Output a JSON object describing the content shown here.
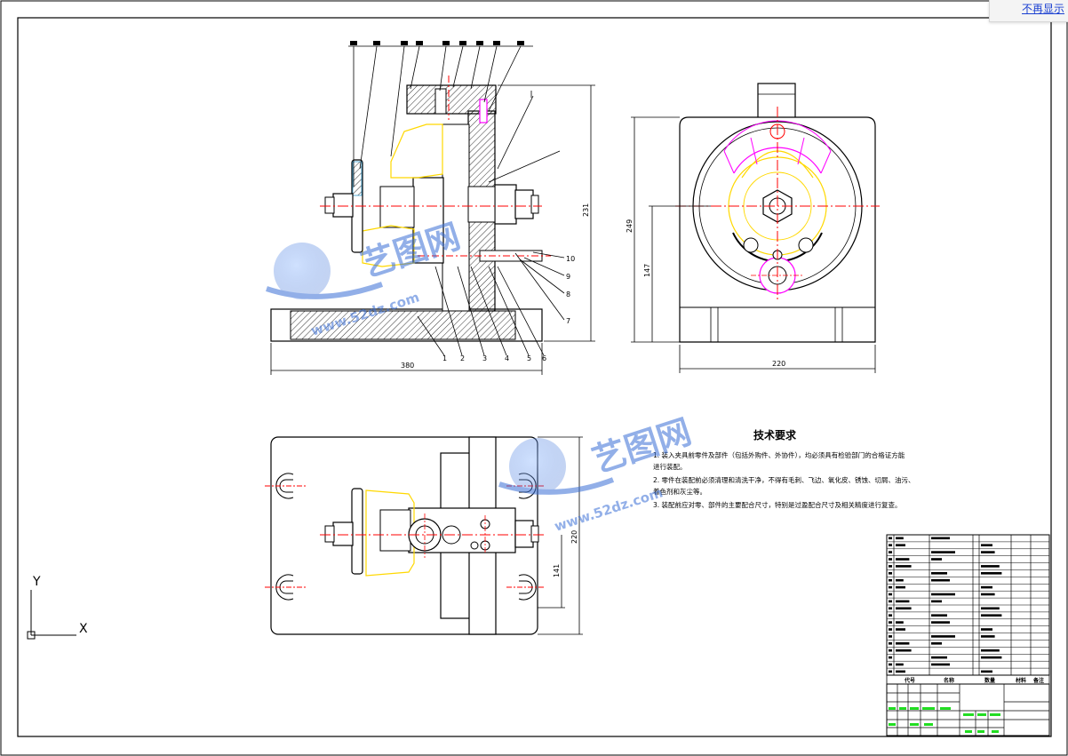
{
  "banner": {
    "dismiss_label": "不再显示"
  },
  "ucs": {
    "x_label": "X",
    "y_label": "Y"
  },
  "dimensions": {
    "front_width": "380",
    "front_height": "231",
    "side_width": "220",
    "side_height_total": "249",
    "side_height_center": "147",
    "top_width": "220",
    "top_center": "141"
  },
  "leaders_bottom": [
    "1",
    "2",
    "3",
    "4",
    "5",
    "6"
  ],
  "leaders_right": [
    "7",
    "8",
    "9",
    "10"
  ],
  "watermark": {
    "brand": "艺图网",
    "url": "www.52dz.com"
  },
  "tech_requirements": {
    "title": "技术要求",
    "lines": [
      "1. 装入夹具前零件及部件（包括外购件、外协件），均必须具有检验部门的合格证方能",
      "进行装配。",
      "2. 零件在装配前必须清理和清洗干净，不得有毛刺、飞边、氧化皮、锈蚀、切屑、油污、",
      "着色剂和灰尘等。",
      "3. 装配前应对零、部件的主要配合尺寸，特别是过盈配合尺寸及相关精度进行复查。"
    ]
  },
  "title_block": {
    "col_headers": [
      "代号",
      "名称",
      "数量",
      "材料",
      "备注"
    ]
  },
  "colors": {
    "outline": "#000000",
    "centerline": "#ff0000",
    "phantom": "#ffd800",
    "section": "#ff00ff",
    "watermark": "#3a6fd6"
  }
}
